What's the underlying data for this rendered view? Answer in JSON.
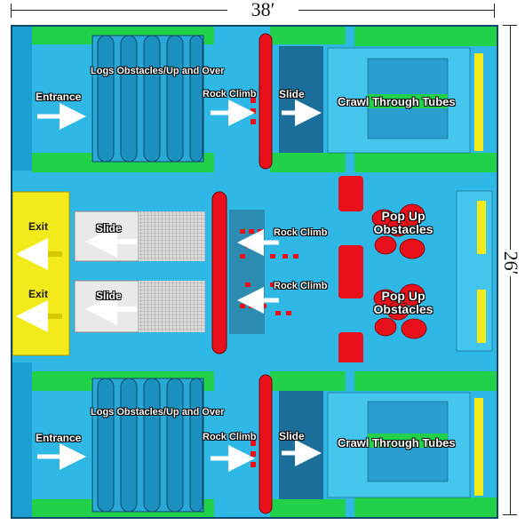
{
  "dimensions": {
    "width_label": "38′",
    "height_label": "26′"
  },
  "lanes": [
    {
      "entrance": "Entrance",
      "logs": "Logs Obstacles/Up and Over",
      "rock_climb": "Rock Climb",
      "slide": "Slide",
      "crawl": "Crawl Through Tubes"
    },
    {
      "entrance": "Entrance",
      "logs": "Logs Obstacles/Up and Over",
      "rock_climb": "Rock Climb",
      "slide": "Slide",
      "crawl": "Crawl Through Tubes"
    }
  ],
  "middle": {
    "exits": [
      "Exit",
      "Exit"
    ],
    "slides": [
      "Slide",
      "Slide"
    ],
    "rock_climbs": [
      "Rock Climb",
      "Rock Climb"
    ],
    "pop_ups": [
      {
        "line1": "Pop Up",
        "line2": "Obstacles"
      },
      {
        "line1": "Pop Up",
        "line2": "Obstacles"
      }
    ]
  },
  "colors": {
    "frame": "#2fb7e6",
    "green": "#22d14a",
    "red": "#e8111b",
    "yellow": "#f3ea1b",
    "dark": "#0b4a6b"
  }
}
